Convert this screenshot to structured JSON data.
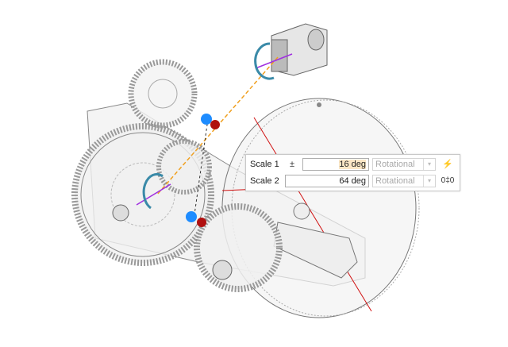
{
  "dialog": {
    "rows": [
      {
        "label": "Scale 1",
        "value": "16 deg",
        "type": "Rotational",
        "left_icon": "plus-minus-icon",
        "right_icon": "lightning-icon"
      },
      {
        "label": "Scale 2",
        "value": "64 deg",
        "type": "Rotational",
        "right_icon": "ratio-icon"
      }
    ]
  },
  "colors": {
    "gizmo_blue": "#1e8cff",
    "gizmo_red": "#b01010",
    "axis_orange": "#f0a020",
    "axis_purple": "#a030e0",
    "arrow_teal": "#3a8aa8",
    "cut_line_red": "#d01010"
  }
}
